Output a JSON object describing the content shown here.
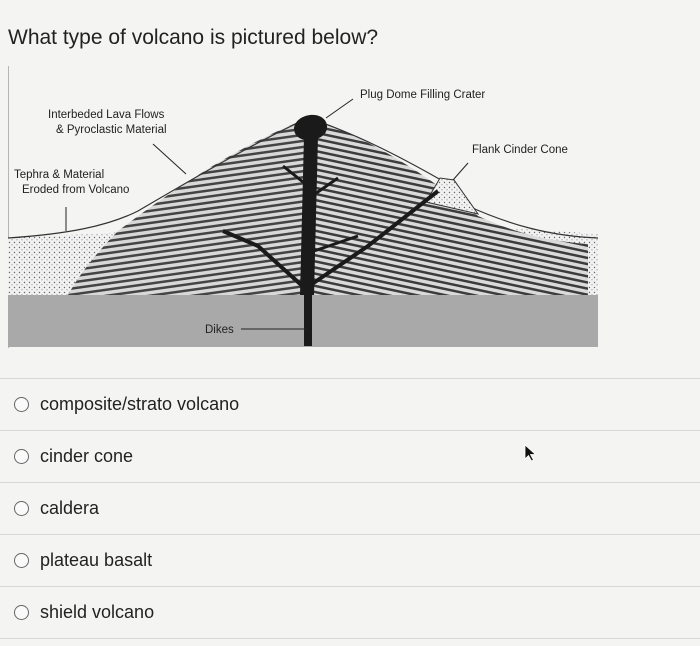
{
  "question": {
    "text": "What type of volcano is pictured below?"
  },
  "figure": {
    "labels": {
      "plug_dome": "Plug Dome Filling Crater",
      "interbedded_1": "Interbeded Lava Flows",
      "interbedded_2": "& Pyroclastic Material",
      "tephra_1": "Tephra & Material",
      "tephra_2": "Eroded from Volcano",
      "flank_cone": "Flank Cinder Cone",
      "dikes": "Dikes"
    }
  },
  "options": [
    {
      "label": "composite/strato volcano"
    },
    {
      "label": "cinder cone"
    },
    {
      "label": "caldera"
    },
    {
      "label": "plateau basalt"
    },
    {
      "label": "shield volcano"
    }
  ],
  "icons": {
    "cursor": "pointer-cursor-icon"
  }
}
